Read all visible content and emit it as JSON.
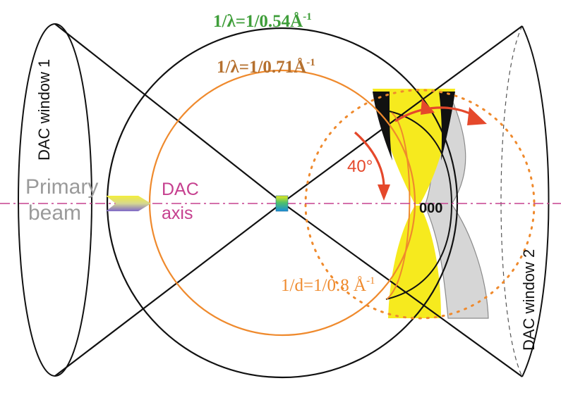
{
  "labels": {
    "window1": "DAC window 1",
    "window2": "DAC window 2",
    "primary_line1": "Primary",
    "primary_line2": "beam",
    "dac_axis_line1": "DAC",
    "dac_axis_line2": "axis",
    "lambda_large": "1/λ=1/0.54",
    "lambda_small": "1/λ=1/0.71",
    "d_spacing": "1/d=1/0.8 ",
    "angstrom": "Å",
    "inverse": "-1",
    "angle": "40°",
    "origin": "000"
  },
  "colors": {
    "green": "#3f9e3a",
    "brown": "#b5702e",
    "orange": "#ef8a2d",
    "magenta": "#c6408f",
    "gray_text": "#9a9a9a",
    "red_arrow": "#e5482b",
    "yellow": "#f6ea1e",
    "gray_fill": "#d6d6d6"
  }
}
